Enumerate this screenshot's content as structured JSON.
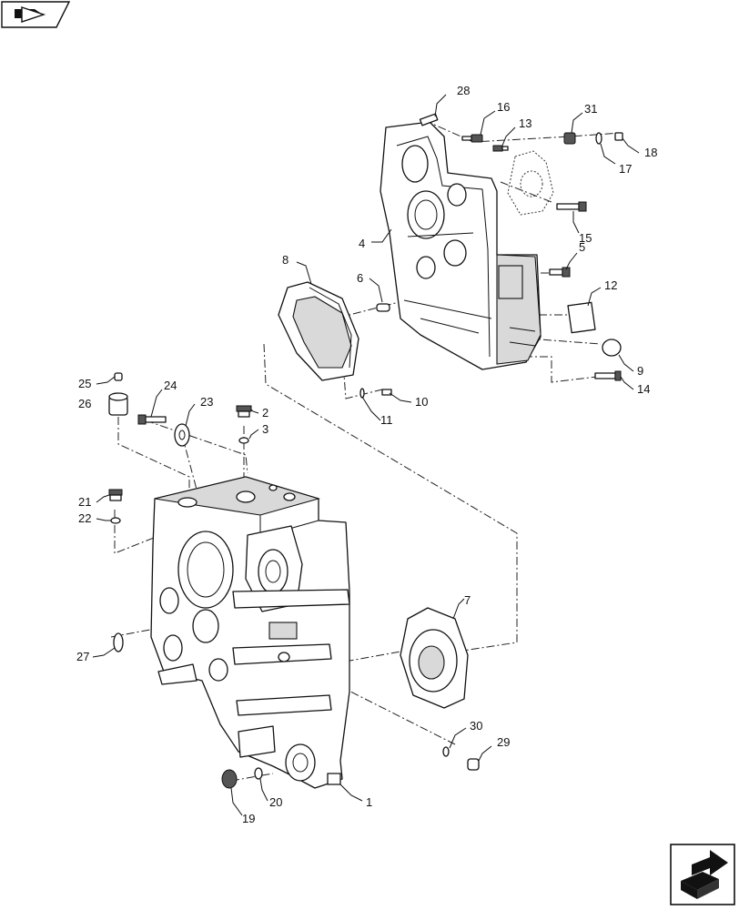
{
  "callouts": [
    {
      "id": "28",
      "text": "28"
    },
    {
      "id": "16",
      "text": "16"
    },
    {
      "id": "13",
      "text": "13"
    },
    {
      "id": "31",
      "text": "31"
    },
    {
      "id": "18",
      "text": "18"
    },
    {
      "id": "17",
      "text": "17"
    },
    {
      "id": "15",
      "text": "15"
    },
    {
      "id": "4",
      "text": "4"
    },
    {
      "id": "5",
      "text": "5"
    },
    {
      "id": "8",
      "text": "8"
    },
    {
      "id": "6",
      "text": "6"
    },
    {
      "id": "12",
      "text": "12"
    },
    {
      "id": "9",
      "text": "9"
    },
    {
      "id": "14",
      "text": "14"
    },
    {
      "id": "10",
      "text": "10"
    },
    {
      "id": "11",
      "text": "11"
    },
    {
      "id": "25",
      "text": "25"
    },
    {
      "id": "26",
      "text": "26"
    },
    {
      "id": "24",
      "text": "24"
    },
    {
      "id": "23",
      "text": "23"
    },
    {
      "id": "2",
      "text": "2"
    },
    {
      "id": "3",
      "text": "3"
    },
    {
      "id": "21",
      "text": "21"
    },
    {
      "id": "22",
      "text": "22"
    },
    {
      "id": "7",
      "text": "7"
    },
    {
      "id": "27",
      "text": "27"
    },
    {
      "id": "30",
      "text": "30"
    },
    {
      "id": "29",
      "text": "29"
    },
    {
      "id": "19",
      "text": "19"
    },
    {
      "id": "20",
      "text": "20"
    },
    {
      "id": "1",
      "text": "1"
    }
  ],
  "icons": {
    "top_left": "book-arrow-icon",
    "bottom_right": "next-page-arrow-icon"
  }
}
